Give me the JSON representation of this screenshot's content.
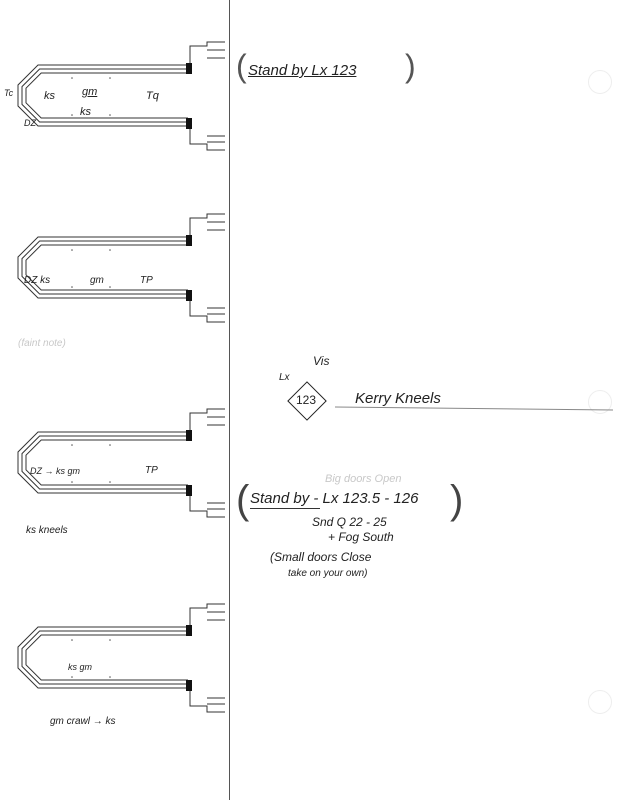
{
  "diagrams": [
    {
      "labels": {
        "dz": "DZ",
        "ks1": "ks",
        "gm": "gm",
        "tp": "Tq",
        "ks2": "ks",
        "tc": "Tc"
      }
    },
    {
      "labels": {
        "dzks": "DZ ks",
        "gm": "gm",
        "tp": "TP"
      },
      "note": "(faint note)"
    },
    {
      "labels": {
        "dzks": "DZ → ks gm",
        "tp": "TP"
      },
      "note": "ks kneels"
    },
    {
      "labels": {
        "center": "ks gm"
      },
      "note": "gm crawl → ks"
    }
  ],
  "cues": {
    "standby1": "Stand by Lx 123",
    "vis": "Vis",
    "lx": "Lx",
    "cue_number": "123",
    "action": "Kerry Kneels",
    "faint_note": "Big doors Open",
    "standby2": "Stand by - Lx 123.5 - 126",
    "sound": "Snd Q 22 - 25",
    "fog": "+ Fog South",
    "small_doors": "(Small doors Close",
    "own": "take on your own)"
  }
}
